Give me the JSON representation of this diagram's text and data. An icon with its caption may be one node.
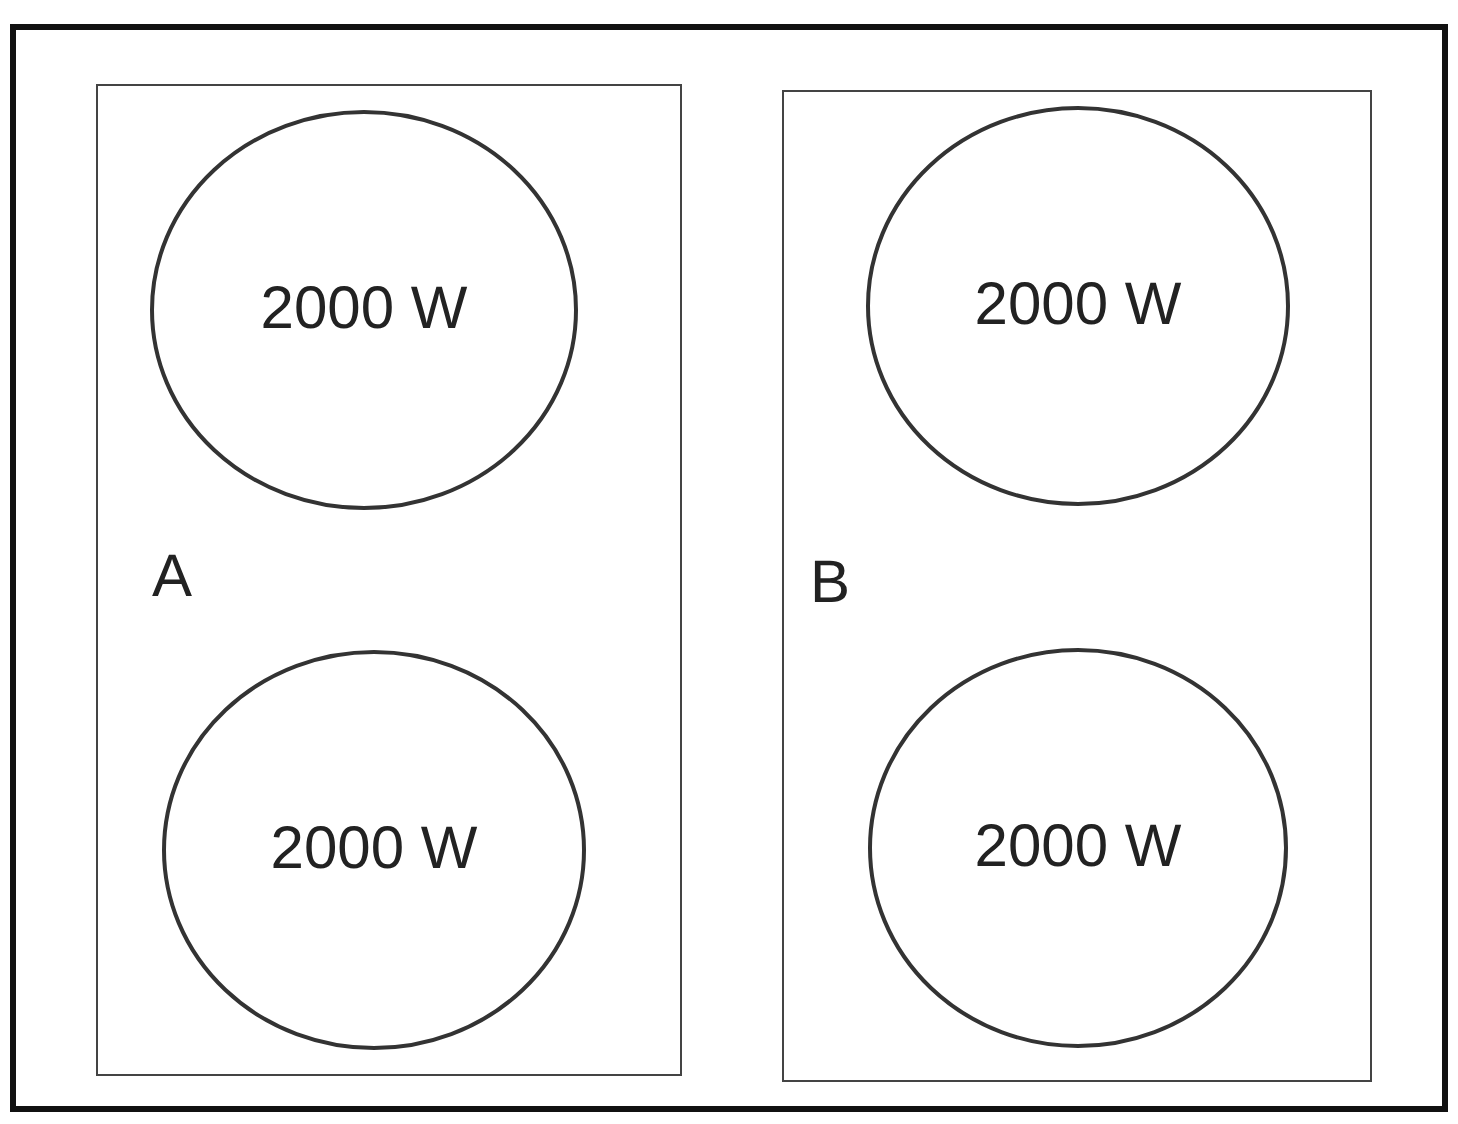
{
  "diagram": {
    "nodes": [
      {
        "text": [],
        "shape": "box"
      },
      {
        "text": [
          "A"
        ],
        "in": 0
      },
      {
        "text": [
          "2000 W"
        ],
        "in": 1
      },
      {
        "text": [
          "2000 W"
        ],
        "in": 1
      },
      {
        "text": [
          "B"
        ],
        "in": 0
      },
      {
        "text": [
          "2000 W"
        ],
        "in": 4
      },
      {
        "text": [
          "2000 W"
        ],
        "in": 4
      }
    ]
  }
}
